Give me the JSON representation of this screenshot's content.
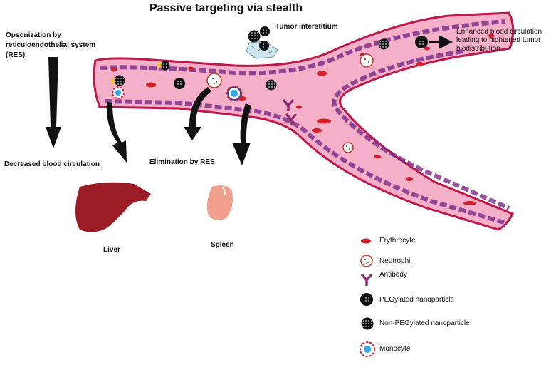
{
  "title": "Passive targeting via stealth",
  "labels": {
    "opsonization": "Opsonization by reticuloendothelial system (RES)",
    "decreased": "Decreased blood circulation",
    "elimination": "Elimination by RES",
    "tumor": "Tumor interstitium",
    "enhanced": "Enhanced blood circulation leading to hightened tumor biodistribution",
    "liver": "Liver",
    "spleen": "Spleen"
  },
  "legend": [
    {
      "label": "Erythrocyte",
      "icon": "erythrocyte-icon"
    },
    {
      "label": "Neutrophil",
      "icon": "neutrophil-icon"
    },
    {
      "label": "Antibody",
      "icon": "antibody-icon"
    },
    {
      "label": "PEGylated nanoparticle",
      "icon": "pegylated-nanoparticle-icon"
    },
    {
      "label": "Non-PEGylated nanoparticle",
      "icon": "non-pegylated-nanoparticle-icon"
    },
    {
      "label": "Monocyte",
      "icon": "monocyte-icon"
    }
  ],
  "colors": {
    "vessel": "#f5a9c4",
    "wall": "#c0184b",
    "erythrocyte": "#d41f2a",
    "liver": "#9b1c24",
    "spleen": "#f0a08c",
    "antibody": "#8b2e72"
  }
}
